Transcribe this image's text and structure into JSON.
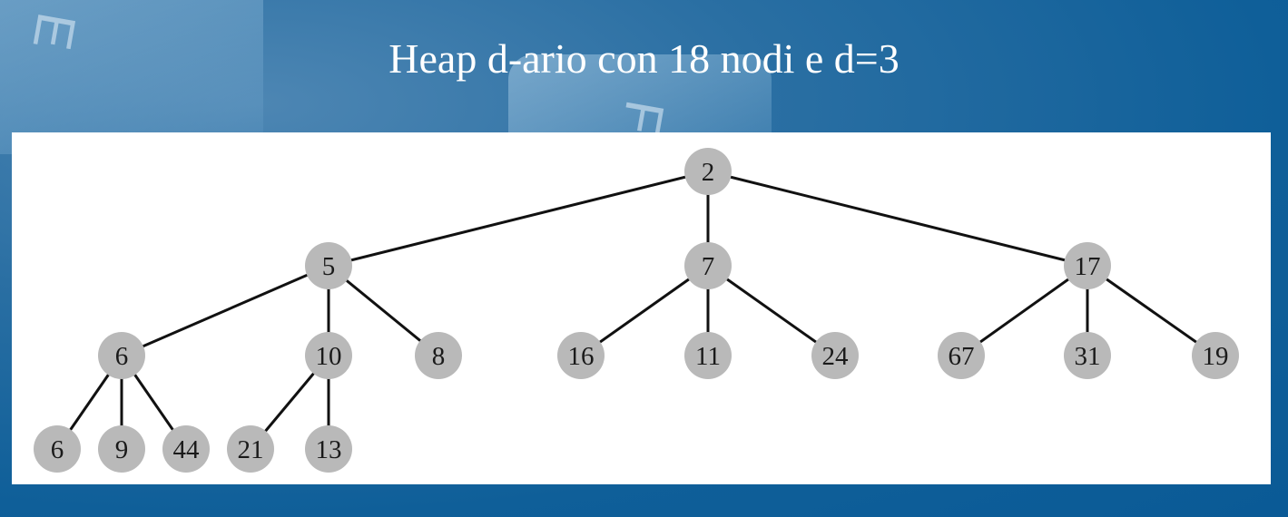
{
  "title": "Heap d-ario con 18 nodi e d=3",
  "background_glyphs": [
    "E",
    "F"
  ],
  "colors": {
    "background": "#0a5a96",
    "title_text": "#ffffff",
    "panel": "#ffffff",
    "node_fill": "#b9b9b9",
    "edge": "#111111"
  },
  "heap": {
    "d": 3,
    "node_count": 18,
    "levels": [
      [
        "2"
      ],
      [
        "5",
        "7",
        "17"
      ],
      [
        "6",
        "10",
        "8",
        "16",
        "11",
        "24",
        "67",
        "31",
        "19"
      ],
      [
        "6",
        "9",
        "44",
        "21",
        "13"
      ]
    ]
  }
}
